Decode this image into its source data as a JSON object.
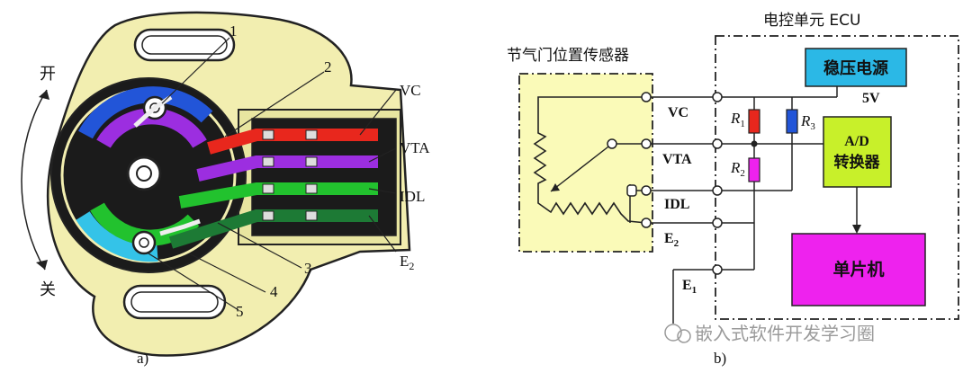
{
  "panel_a": {
    "caption": "a)",
    "direction_open": "开",
    "direction_close": "关",
    "callouts": [
      "1",
      "2",
      "3",
      "4",
      "5"
    ],
    "terminals": [
      "VC",
      "VTA",
      "IDL",
      "E",
      "2"
    ]
  },
  "panel_b": {
    "caption": "b)",
    "sensor_title": "节气门位置传感器",
    "ecu_title": "电控单元 ECU",
    "regulator_label": "稳压电源",
    "voltage_label": "5V",
    "adc_label_line1": "A/D",
    "adc_label_line2": "转换器",
    "mcu_label": "单片机",
    "pins": {
      "vc": "VC",
      "vta": "VTA",
      "idl": "IDL",
      "e": "E",
      "e2_sub": "2",
      "e1_sub": "1"
    },
    "resistors": {
      "r": "R",
      "r1_sub": "1",
      "r2_sub": "2",
      "r3_sub": "3"
    }
  },
  "watermark": "嵌入式软件开发学习圈",
  "colors": {
    "housing": "#f2eeb0",
    "sensor_box": "#fafab8",
    "regulator": "#2bb8e6",
    "adc": "#c8f02a",
    "mcu": "#ee22ee",
    "wire_red": "#e8271d",
    "wire_purple": "#9c2ee0",
    "wire_green": "#22c22e",
    "wire_darkgreen": "#1d7a35",
    "track_blue": "#2255d8",
    "track_cyan": "#34c3e8"
  }
}
